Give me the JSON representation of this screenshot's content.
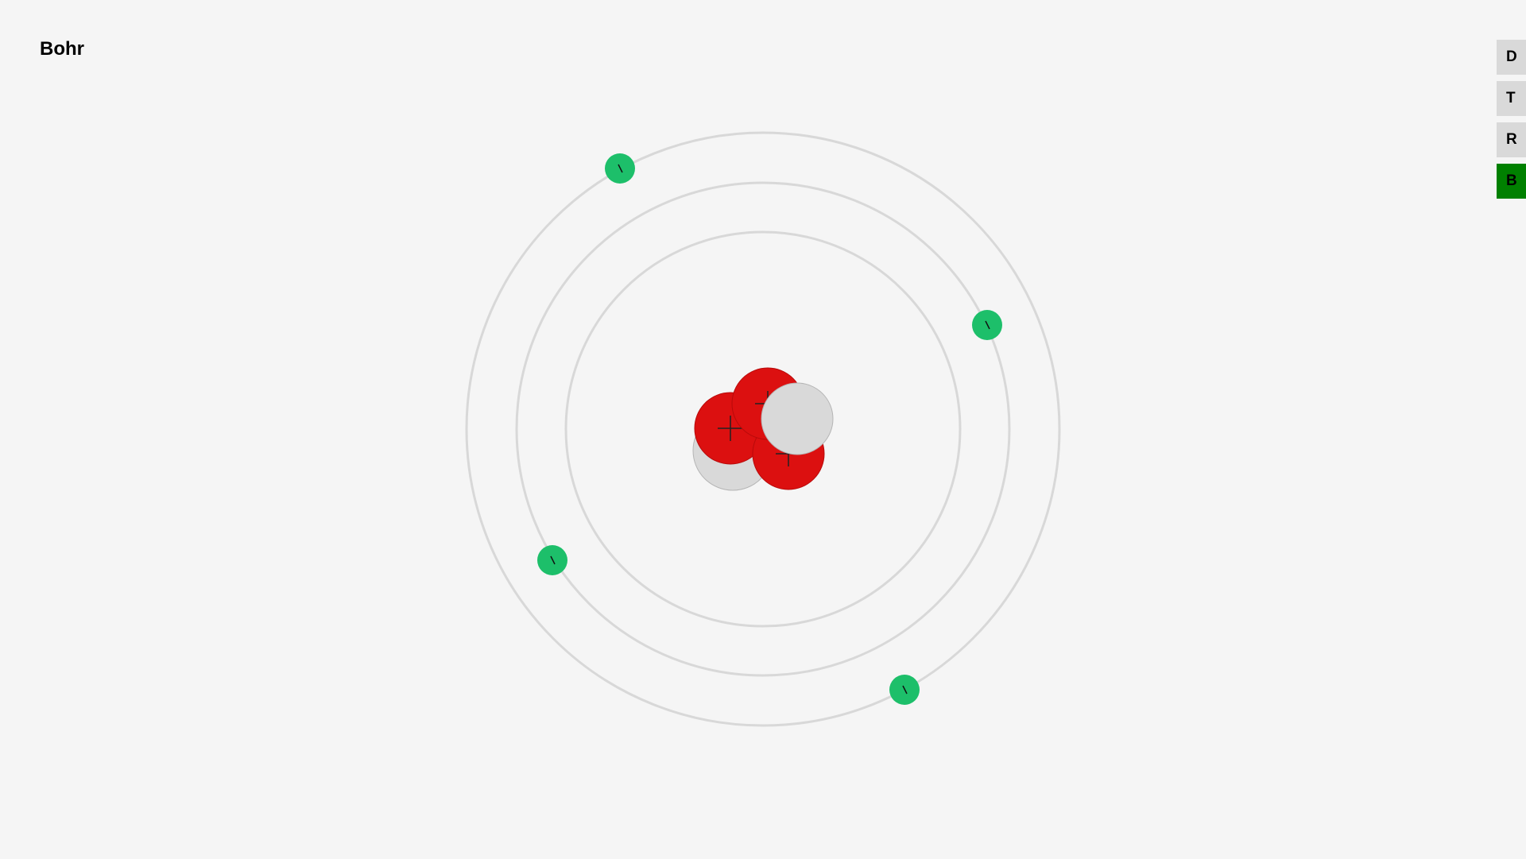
{
  "page": {
    "title": "Bohr"
  },
  "toolbar": {
    "buttons": [
      {
        "id": "d",
        "label": "D",
        "active": false
      },
      {
        "id": "t",
        "label": "T",
        "active": false
      },
      {
        "id": "r",
        "label": "R",
        "active": false
      },
      {
        "id": "b",
        "label": "B",
        "active": true
      }
    ]
  },
  "colors": {
    "background": "#f5f5f5",
    "orbit": "#d8d8d8",
    "proton": "#dc1010",
    "neutron": "#d9d9d9",
    "electron": "#1dbf6a",
    "active_button": "#008000",
    "button": "#d9d9d9"
  },
  "atom": {
    "protons": 3,
    "neutrons": 2,
    "electrons": 4,
    "orbits": 3,
    "proton_symbol": "+",
    "electron_symbol": "\\"
  }
}
